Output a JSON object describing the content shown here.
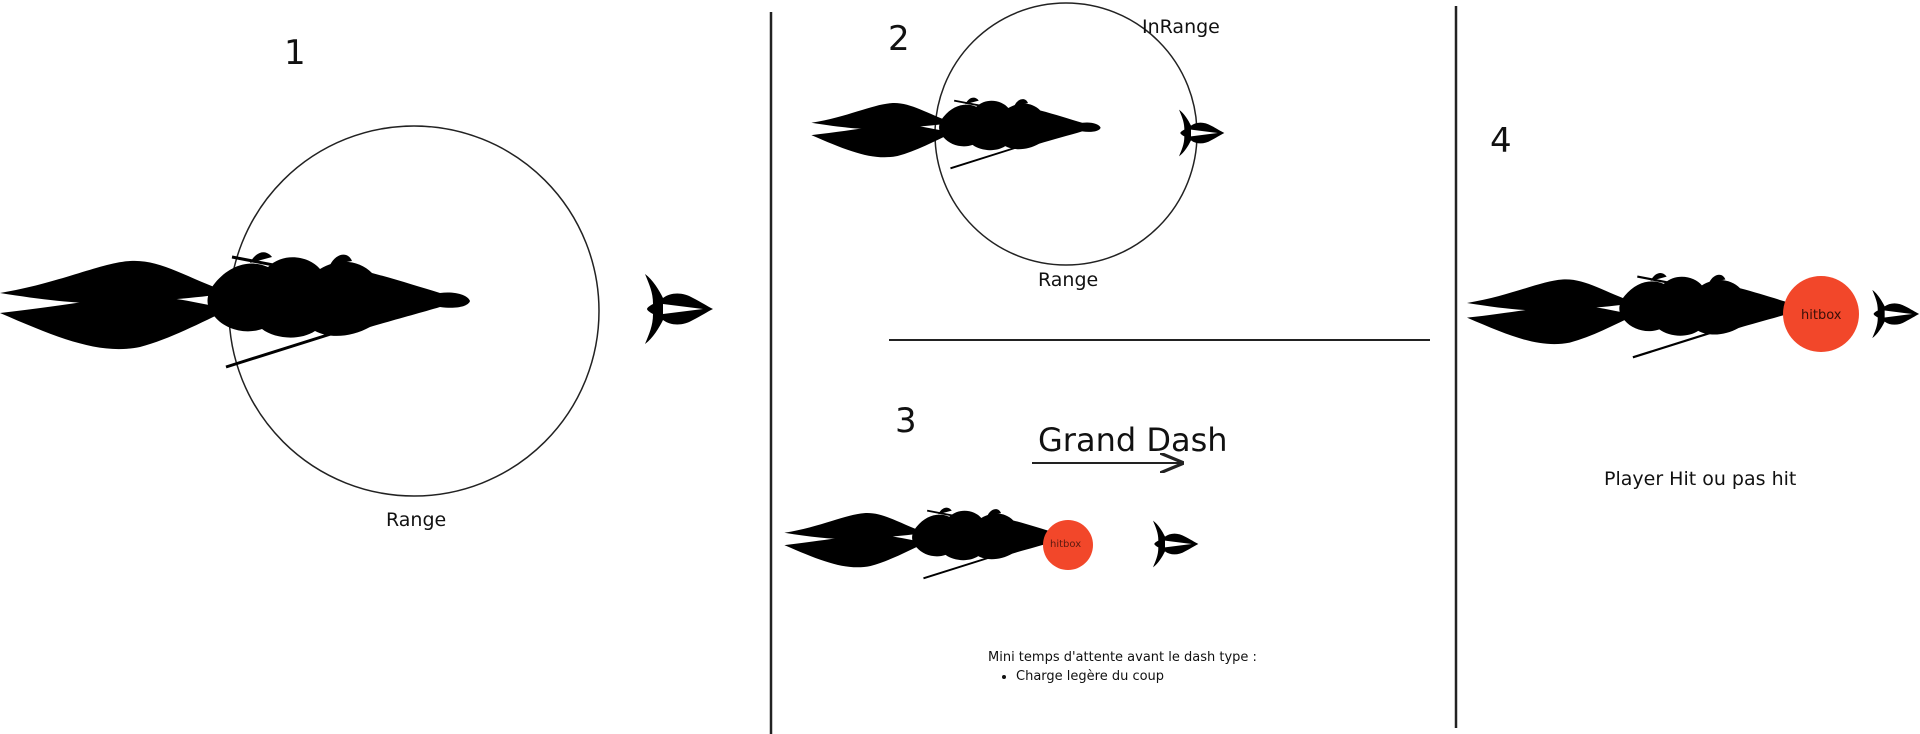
{
  "colors": {
    "ink": "#000000",
    "hitbox": "#f2472a"
  },
  "panels": {
    "p1": {
      "number": "1",
      "circle_label": "Range"
    },
    "p2": {
      "number": "2",
      "circle_label": "Range",
      "top_label": "InRange"
    },
    "p3": {
      "number": "3",
      "dash_label": "Grand Dash",
      "hitbox_label": "hitbox",
      "note_title": "Mini temps d'attente avant le dash type :",
      "note_items": [
        "Charge legère du coup"
      ]
    },
    "p4": {
      "number": "4",
      "hitbox_label": "hitbox",
      "result_label": "Player Hit ou pas hit"
    }
  },
  "icons": [
    "boss-silhouette-icon",
    "player-silhouette-icon",
    "arrow-right-icon"
  ]
}
